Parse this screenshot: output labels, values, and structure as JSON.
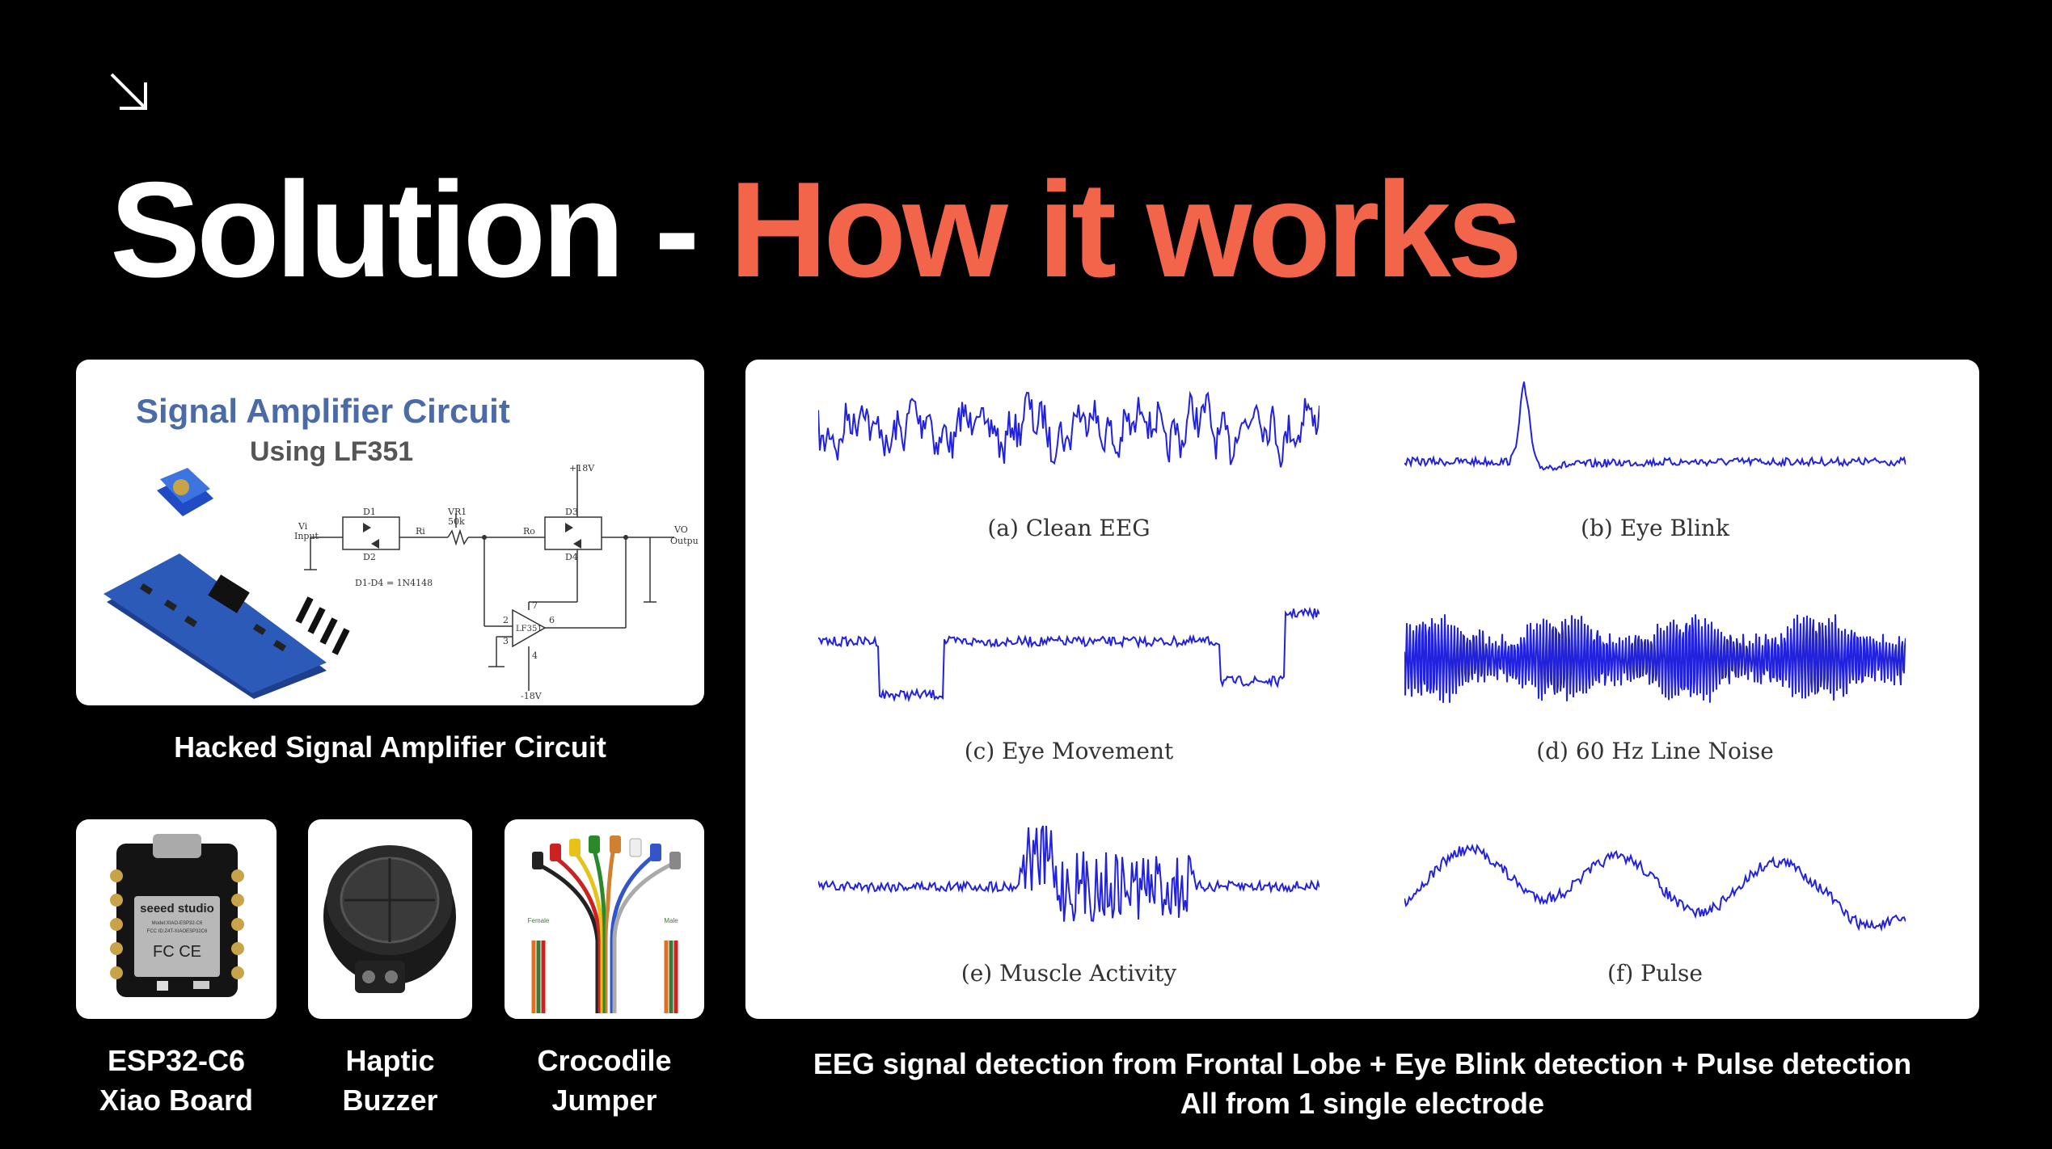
{
  "slide": {
    "title_main": "Solution - ",
    "title_accent": "How it works",
    "accent_color": "#f2654b",
    "corner_icon": "arrow-down-right-icon"
  },
  "amplifier": {
    "heading": "Signal Amplifier Circuit",
    "subheading": "Using LF351",
    "caption": "Hacked Signal Amplifier Circuit",
    "schematic_labels": {
      "d1": "D1",
      "d2": "D2",
      "d3": "D3",
      "d4": "D4",
      "vr1": "VR1",
      "vr1_value": "50k",
      "vi": "Vi",
      "input": "Input",
      "vo": "VO",
      "output": "Output",
      "ri": "Ri",
      "ro": "Ro",
      "pos_supply": "+18V",
      "neg_supply": "-18V",
      "diode_note": "D1-D4 = 1N4148",
      "opamp": "LF351",
      "pin2": "2",
      "pin3": "3",
      "pin4": "4",
      "pin6": "6",
      "pin7": "7"
    }
  },
  "components": [
    {
      "line1": "ESP32-C6",
      "line2": "Xiao Board",
      "board_text": "seeed studio",
      "board_model": "Model:XIAO-ESP32-C6",
      "board_fcc": "FCC ID:Z4T-XIAOESP32C6",
      "board_marks": "FC  CE"
    },
    {
      "line1": "Haptic",
      "line2": "Buzzer"
    },
    {
      "line1": "Crocodile",
      "line2": "Jumper",
      "female_label": "Female",
      "male_label": "Male"
    }
  ],
  "signals": {
    "caption_line1": "EEG signal detection from Frontal Lobe + Eye Blink detection + Pulse detection",
    "caption_line2": "All from 1 single electrode",
    "line_color": "#2222dd",
    "plots": [
      {
        "label": "(a) Clean EEG",
        "kind": "eeg"
      },
      {
        "label": "(b) Eye Blink",
        "kind": "blink"
      },
      {
        "label": "(c) Eye Movement",
        "kind": "movement"
      },
      {
        "label": "(d) 60 Hz Line Noise",
        "kind": "noise"
      },
      {
        "label": "(e) Muscle Activity",
        "kind": "muscle"
      },
      {
        "label": "(f) Pulse",
        "kind": "pulse"
      }
    ]
  }
}
